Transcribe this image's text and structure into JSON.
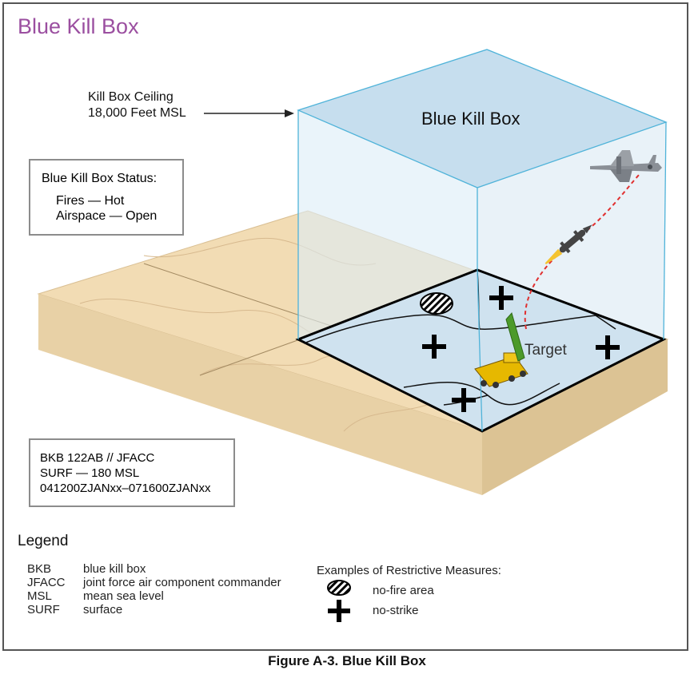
{
  "title": "Blue Kill Box",
  "ceiling": {
    "line1": "Kill Box Ceiling",
    "line2": "18,000 Feet MSL"
  },
  "box_label": "Blue Kill Box",
  "status": {
    "heading": "Blue Kill Box Status:",
    "fires": "Fires — Hot",
    "airspace": "Airspace — Open"
  },
  "target_label": "Target",
  "info": {
    "line1": "BKB 122AB // JFACC",
    "line2": "SURF — 180 MSL",
    "line3": "041200ZJANxx–071600ZJANxx"
  },
  "legend": {
    "title": "Legend",
    "items": [
      {
        "abbr": "BKB",
        "desc": "blue kill box"
      },
      {
        "abbr": "JFACC",
        "desc": "joint force air component commander"
      },
      {
        "abbr": "MSL",
        "desc": "mean sea level"
      },
      {
        "abbr": "SURF",
        "desc": "surface"
      }
    ],
    "restrictive_title": "Examples of Restrictive Measures:",
    "no_fire": "no-fire area",
    "no_strike": "no-strike"
  },
  "caption": "Figure A-3.  Blue Kill Box",
  "colors": {
    "title": "#9b4fa0",
    "terrain": "#f2dcb4",
    "box_fill": "#cfe2ef",
    "box_edge": "#4fb3d9"
  }
}
